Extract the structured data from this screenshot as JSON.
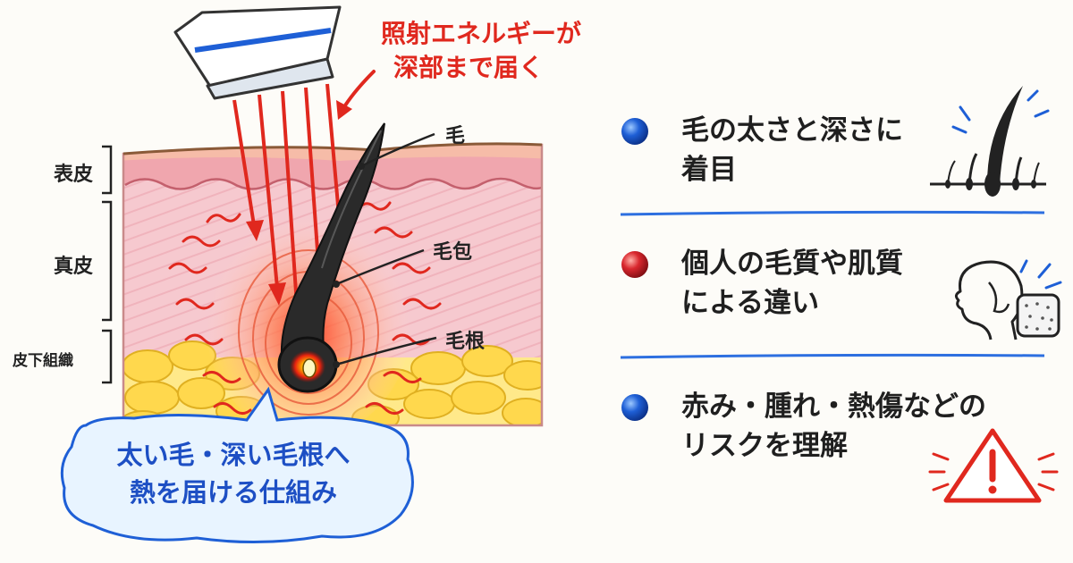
{
  "diagram": {
    "energy_callout": [
      "照射エネルギーが",
      "深部まで届く"
    ],
    "layers": {
      "epidermis": "表皮",
      "dermis": "真皮",
      "subcutaneous": "皮下組織"
    },
    "parts": {
      "hair": "毛",
      "follicle": "毛包",
      "root": "毛根"
    },
    "bubble": [
      "太い毛・深い毛根へ",
      "熱を届ける仕組み"
    ]
  },
  "points": [
    {
      "lines": [
        "毛の太さと深さに",
        "着目"
      ],
      "bullet_color": "#1e5fd6",
      "icon": "hair-thickness-icon"
    },
    {
      "lines": [
        "個人の毛質や肌質",
        "による違い"
      ],
      "bullet_color": "#d9272e",
      "icon": "face-skin-icon"
    },
    {
      "lines": [
        "赤み・腫れ・熱傷などの",
        "リスクを理解"
      ],
      "bullet_color": "#1e5fd6",
      "icon": "warning-icon"
    }
  ],
  "colors": {
    "accent_blue": "#1e5fd6",
    "accent_red": "#e0281e",
    "divider": "#2d6fe0"
  }
}
